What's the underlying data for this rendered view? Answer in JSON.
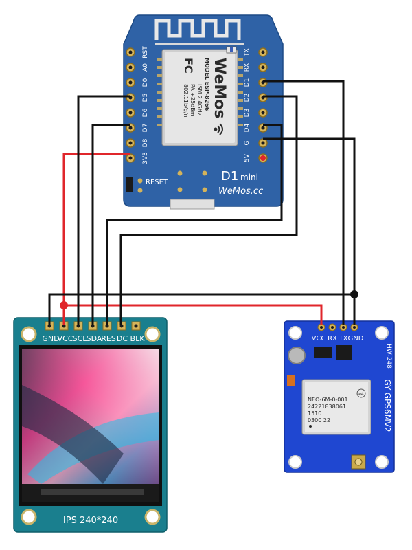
{
  "d1mini": {
    "module_logo": "WeMos",
    "model": "MODEL  ESP-8266",
    "ism": "ISM 2.4GHz",
    "pa": "PA +25dBm",
    "wifi": "802.11b/g/n",
    "fcc": "FC",
    "reset_label": "RESET",
    "board_name": "D1",
    "board_suffix": "mini",
    "board_url": "WeMos.cc",
    "left_pins": [
      "RST",
      "A0",
      "D0",
      "D5",
      "D6",
      "D7",
      "D8",
      "3V3"
    ],
    "right_pins": [
      "TX",
      "RX",
      "D1",
      "D2",
      "D3",
      "D4",
      "G",
      "5V"
    ]
  },
  "tft": {
    "pins": [
      "GND",
      "VCC",
      "SCL",
      "SDA",
      "RES",
      "DC",
      "BLK"
    ],
    "bottom_label": "IPS 240*240"
  },
  "gps": {
    "pins": [
      "VCC",
      "RX",
      "TX",
      "GND"
    ],
    "side_label": "GY-GPS6MV2",
    "model_label": "HW-248",
    "chip_lines": [
      "NEO-6M-0-001",
      "24221838061",
      "1510",
      "0300 22"
    ],
    "chip_mark": "e4"
  },
  "colors": {
    "wemos_board": "#2f62a6",
    "gps_board": "#1f47d1",
    "tft_pcb": "#1a7f8e",
    "power_wire": "#e0262b",
    "signal_wire": "#111111"
  }
}
